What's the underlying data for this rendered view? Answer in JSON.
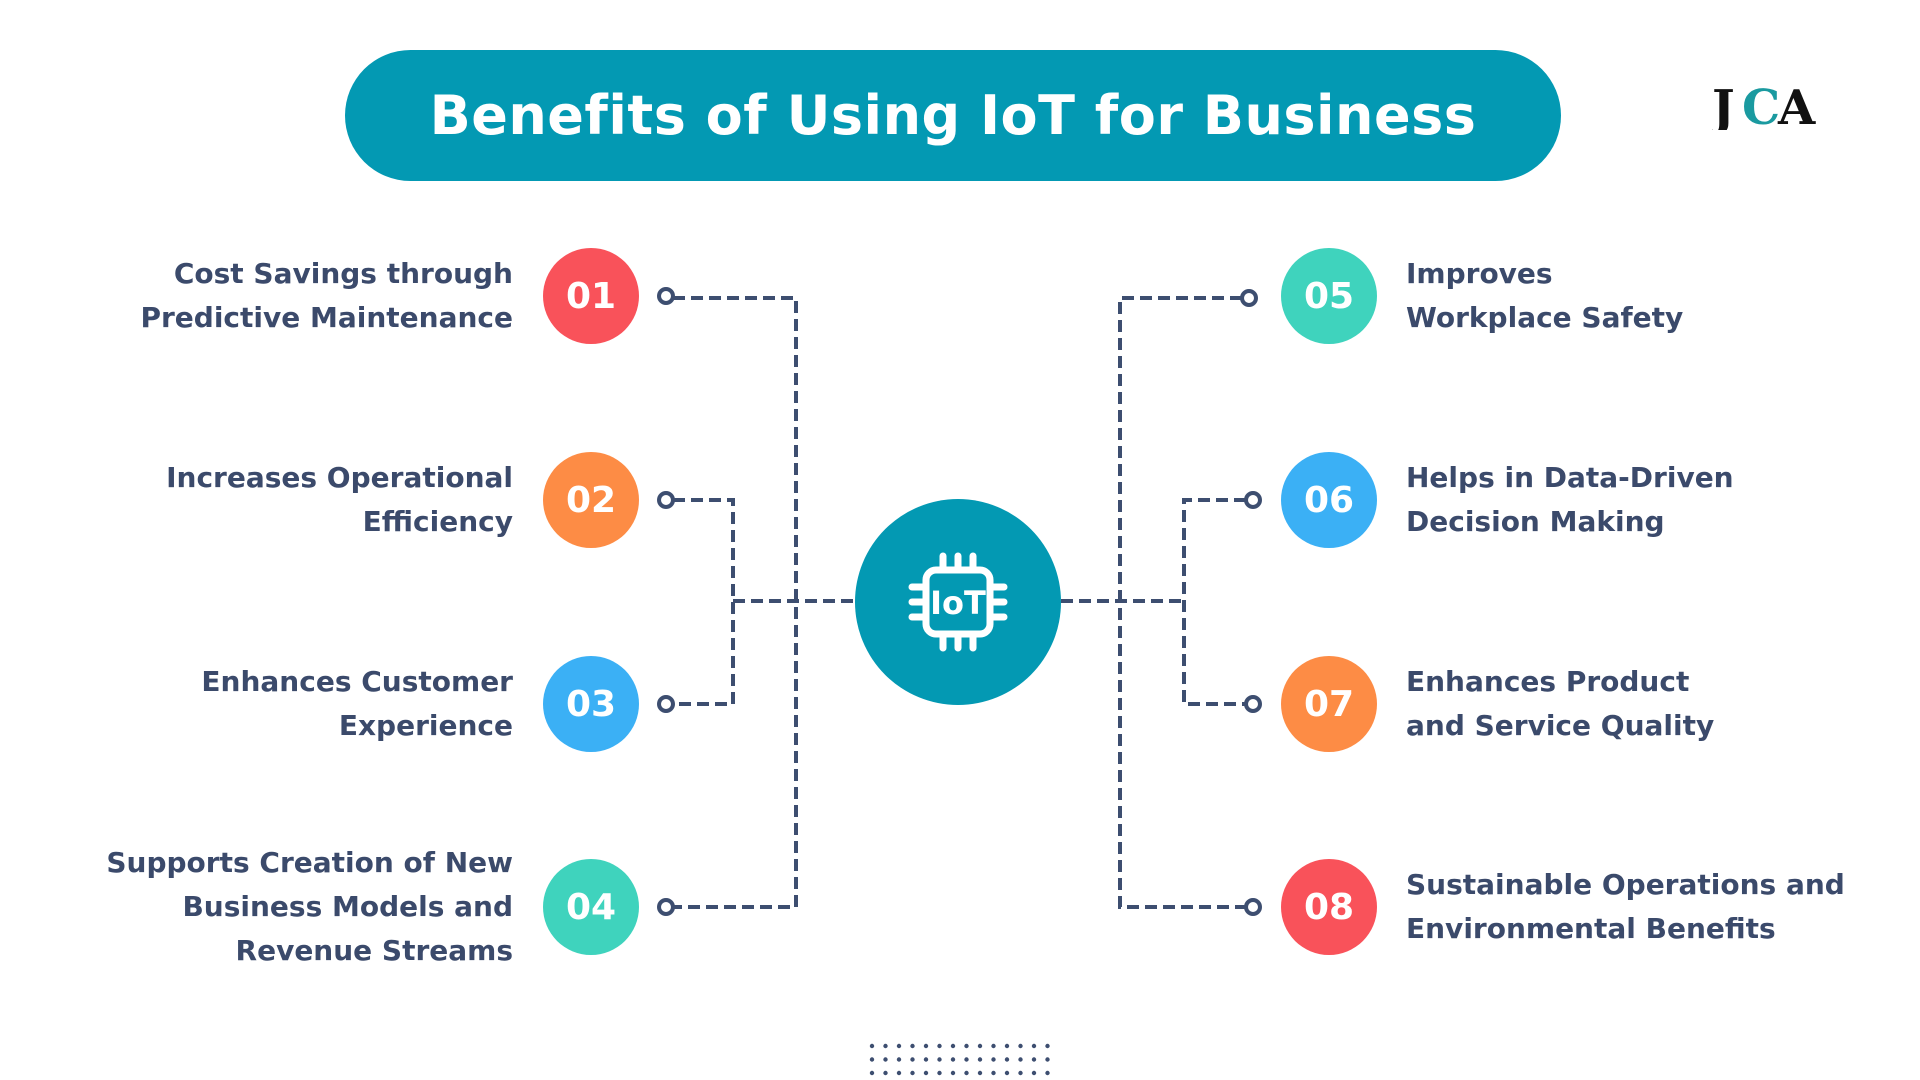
{
  "title": "Benefits of Using IoT for Business",
  "logo_text": "JCA",
  "hub": {
    "icon": "iot-chip-icon",
    "label": "IoT",
    "color": "#0399b3"
  },
  "colors": {
    "title_bg": "#0399b3",
    "text": "#3b4a6b",
    "lines": "#3d4e70"
  },
  "benefits": [
    {
      "number": "01",
      "lines": [
        "Cost Savings through",
        "Predictive Maintenance"
      ],
      "color": "#f9525a"
    },
    {
      "number": "02",
      "lines": [
        "Increases Operational",
        "Efficiency"
      ],
      "color": "#fd8c45"
    },
    {
      "number": "03",
      "lines": [
        "Enhances Customer",
        "Experience"
      ],
      "color": "#3bb0f5"
    },
    {
      "number": "04",
      "lines": [
        "Supports Creation of New",
        "Business Models and",
        "Revenue Streams"
      ],
      "color": "#3fd3bd"
    },
    {
      "number": "05",
      "lines": [
        "Improves",
        "Workplace Safety"
      ],
      "color": "#3fd3bd"
    },
    {
      "number": "06",
      "lines": [
        "Helps in Data-Driven",
        "Decision Making"
      ],
      "color": "#3bb0f5"
    },
    {
      "number": "07",
      "lines": [
        "Enhances Product",
        "and Service Quality"
      ],
      "color": "#fd8c45"
    },
    {
      "number": "08",
      "lines": [
        "Sustainable Operations and",
        "Environmental Benefits"
      ],
      "color": "#f9525a"
    }
  ]
}
